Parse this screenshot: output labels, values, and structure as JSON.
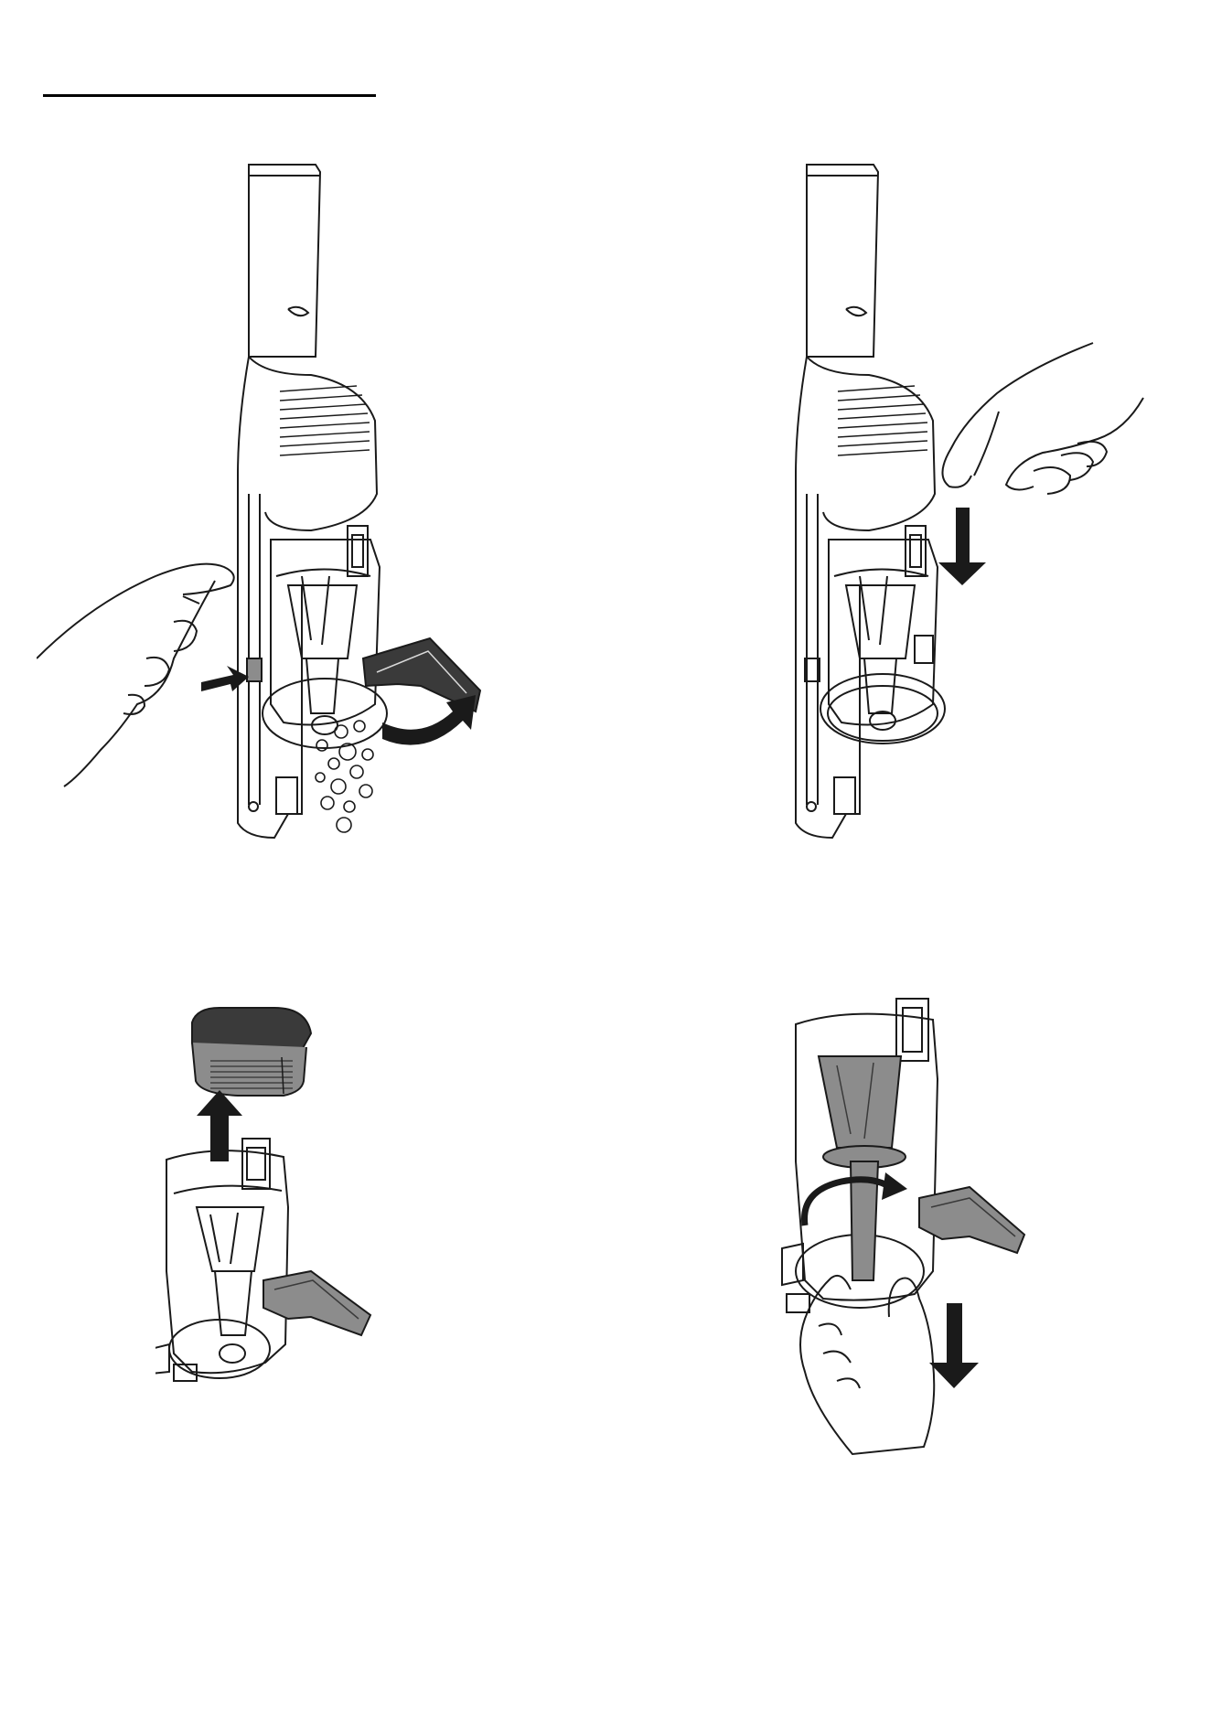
{
  "page": {
    "page_number": ""
  },
  "figures": [
    {
      "id": 1,
      "icons": [
        "vacuum-icon",
        "hand-icon",
        "push-arrow-icon",
        "curved-arrow-icon",
        "debris-icon"
      ]
    },
    {
      "id": 2,
      "icons": [
        "vacuum-icon",
        "hand-icon",
        "down-arrow-icon"
      ]
    },
    {
      "id": 3,
      "icons": [
        "filter-icon",
        "up-arrow-icon",
        "dust-cup-icon"
      ]
    },
    {
      "id": 4,
      "icons": [
        "dust-cup-icon",
        "cyclone-icon",
        "rotate-arrow-icon",
        "down-arrow-icon",
        "hand-icon"
      ]
    }
  ],
  "colors": {
    "ink": "#1a1a1a",
    "dark_fill": "#3a3a3a",
    "mid_fill": "#8c8c8c",
    "light_fill": "#d9d9d9"
  }
}
